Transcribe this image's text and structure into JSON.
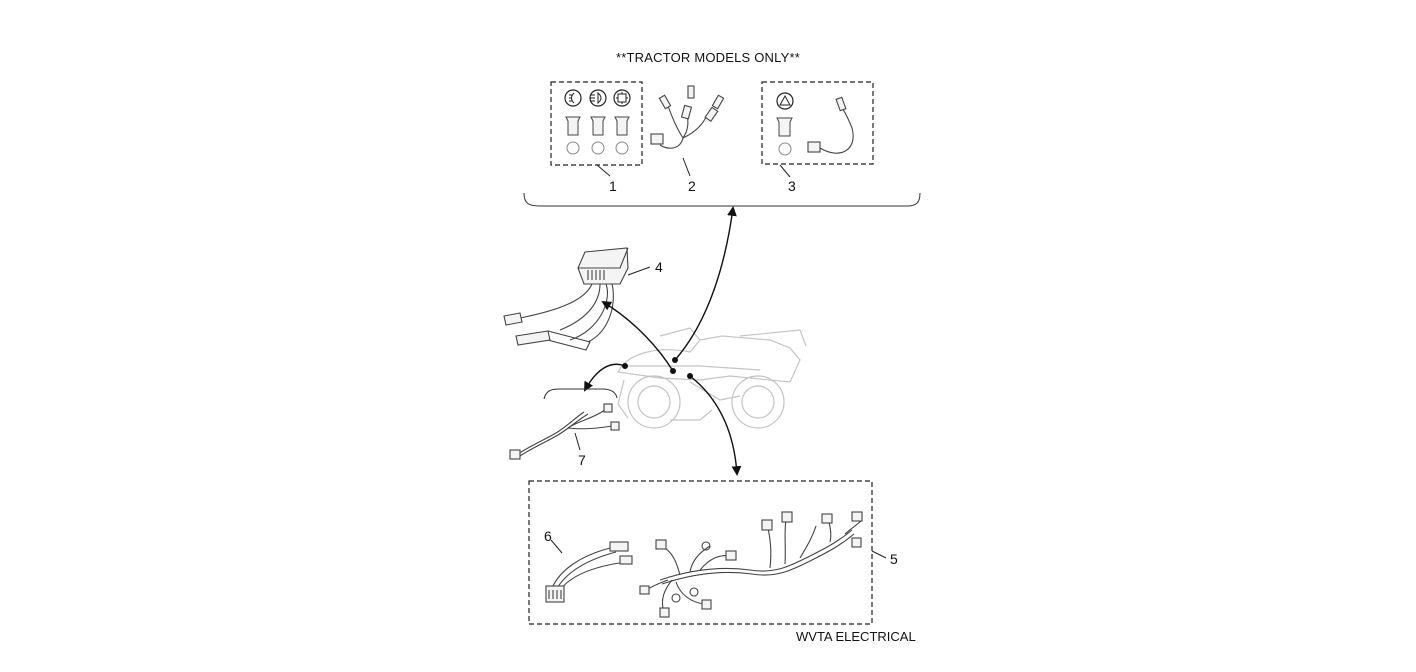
{
  "header_note": "**TRACTOR MODELS ONLY**",
  "footer_label": "WVTA ELECTRICAL",
  "callouts": [
    "1",
    "2",
    "3",
    "4",
    "5",
    "6",
    "7"
  ],
  "icons": [
    "fog-light-indicator-icon",
    "headlight-indicator-icon",
    "work-light-indicator-icon",
    "hazard-warning-icon"
  ],
  "colors": {
    "line": "#333333",
    "vehicle_outline": "#bbbbbb",
    "background": "#ffffff"
  }
}
